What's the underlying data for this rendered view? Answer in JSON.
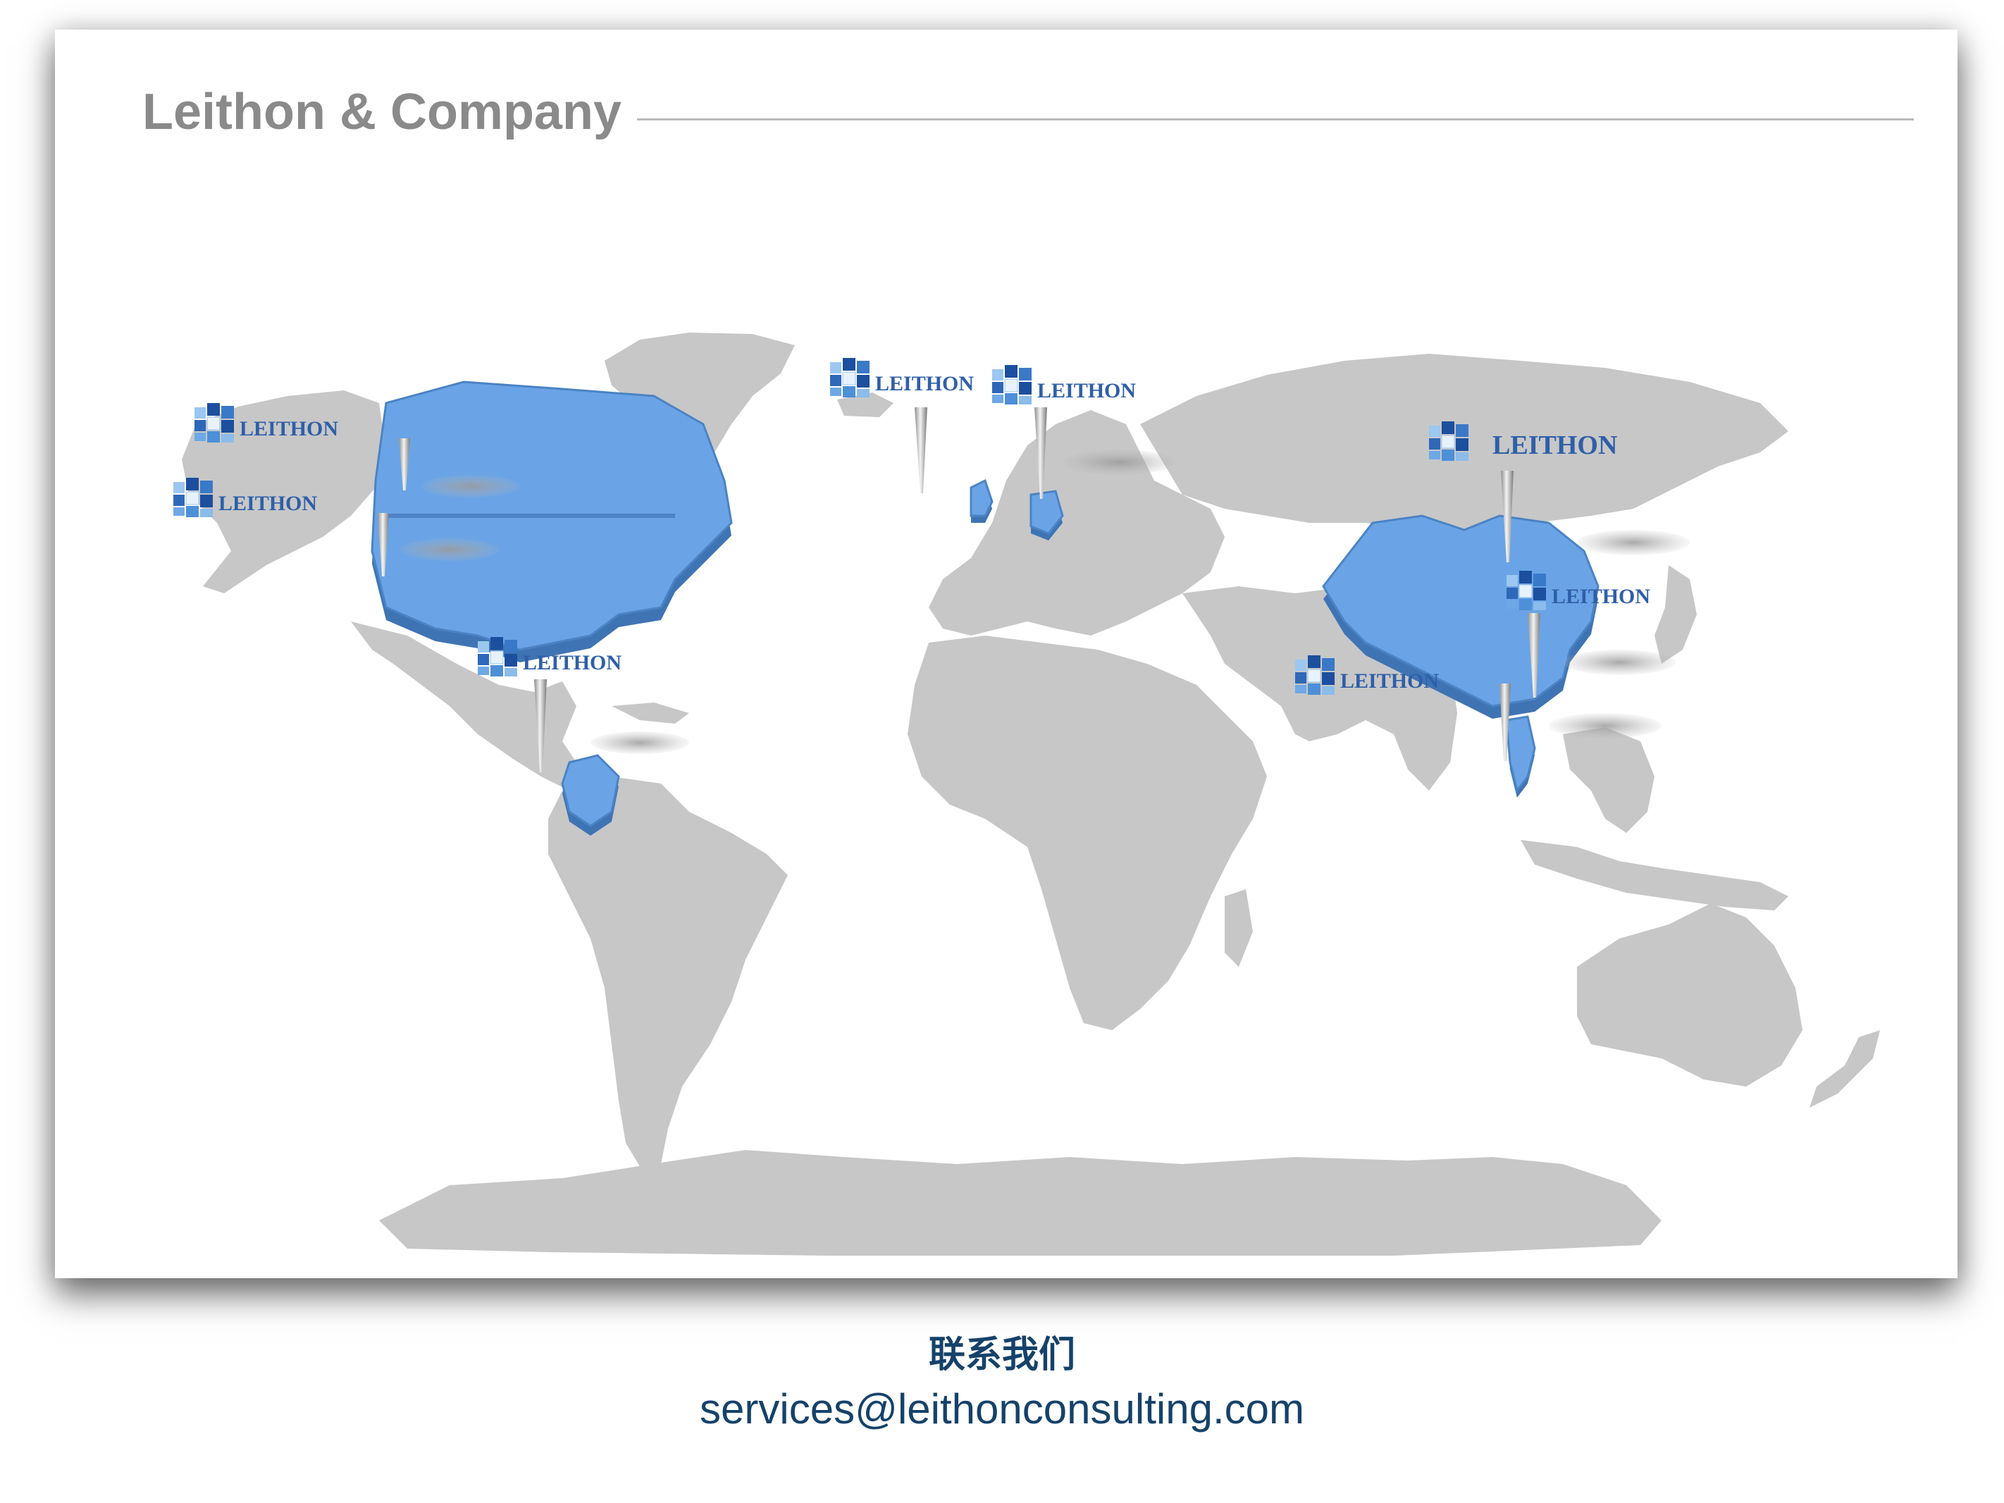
{
  "header": {
    "title": "Leithon & Company"
  },
  "map": {
    "land_color": "#c7c7c7",
    "highlight_color": "#6aa4e6",
    "highlighted_countries": [
      "Canada",
      "United States",
      "Colombia",
      "United Kingdom",
      "Germany",
      "China",
      "Thailand"
    ],
    "office_markers": [
      {
        "brand": "LEITHON",
        "location": "Canada"
      },
      {
        "brand": "LEITHON",
        "location": "United States"
      },
      {
        "brand": "LEITHON",
        "location": "Colombia"
      },
      {
        "brand": "LEITHON",
        "location": "United Kingdom"
      },
      {
        "brand": "LEITHON",
        "location": "Germany"
      },
      {
        "brand": "LEITHON",
        "location": "China (North)"
      },
      {
        "brand": "LEITHON",
        "location": "China (East)"
      },
      {
        "brand": "LEITHON",
        "location": "Thailand"
      }
    ]
  },
  "contact": {
    "heading": "联系我们",
    "email": "services@leithonconsulting.com",
    "text_color": "#15426a"
  }
}
